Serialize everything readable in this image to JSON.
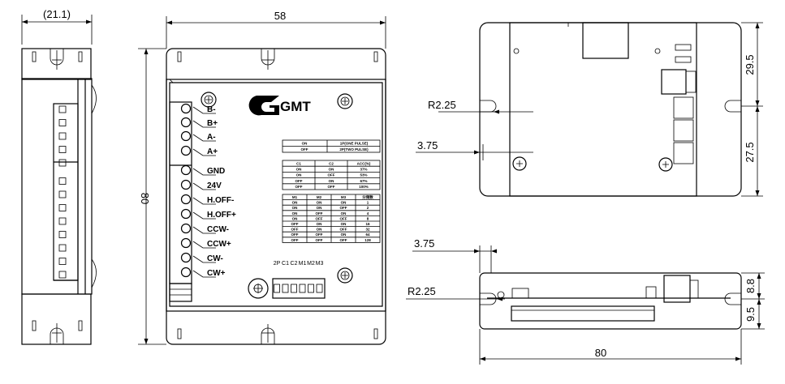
{
  "dimensions": {
    "side_width": "(21.1)",
    "front_width": "58",
    "front_height": "80",
    "rear_top_right": "29.5",
    "rear_bottom_right": "27.5",
    "rear_radius": "R2.25",
    "rear_offset": "3.75",
    "bottom_offset": "3.75",
    "bottom_radius": "R2.25",
    "bottom_h1": "8.8",
    "bottom_h2": "9.5",
    "bottom_width": "80"
  },
  "logo": {
    "text": "GMT"
  },
  "terminals": [
    "B-",
    "B+",
    "A-",
    "A+",
    "GND",
    "24V",
    "H.OFF-",
    "H.OFF+",
    "CCW-",
    "CCW+",
    "CW-",
    "CW+"
  ],
  "table1": {
    "rows": [
      [
        "ON",
        "1P(ONE PULSE)"
      ],
      [
        "OFF",
        "2P(TWO PULSE)"
      ]
    ]
  },
  "table2": {
    "headers": [
      "C1",
      "C2",
      "ACC(%)"
    ],
    "rows": [
      [
        "ON",
        "ON",
        "37%"
      ],
      [
        "ON",
        "OFF",
        "53%"
      ],
      [
        "OFF",
        "ON",
        "67%"
      ],
      [
        "OFF",
        "OFF",
        "100%"
      ]
    ]
  },
  "table3": {
    "headers": [
      "M1",
      "M2",
      "M3",
      "分频数"
    ],
    "rows": [
      [
        "ON",
        "ON",
        "ON",
        "1"
      ],
      [
        "ON",
        "ON",
        "OFF",
        "2"
      ],
      [
        "ON",
        "OFF",
        "ON",
        "4"
      ],
      [
        "ON",
        "OFF",
        "OFF",
        "8"
      ],
      [
        "OFF",
        "ON",
        "ON",
        "16"
      ],
      [
        "OFF",
        "ON",
        "OFF",
        "32"
      ],
      [
        "OFF",
        "OFF",
        "ON",
        "64"
      ],
      [
        "OFF",
        "OFF",
        "OFF",
        "128"
      ]
    ]
  },
  "dip_labels": [
    "2P",
    "C1",
    "C2",
    "M1",
    "M2",
    "M3"
  ]
}
